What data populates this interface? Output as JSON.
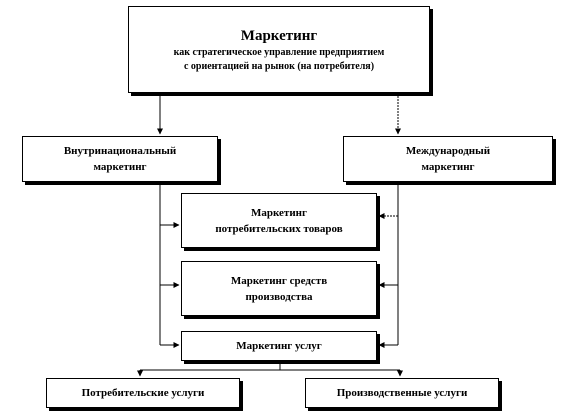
{
  "diagram": {
    "top": {
      "title": "Маркетинг",
      "line1": "как стратегическое управление предприятием",
      "line2": "с ориентацией на рынок (на потребителя)"
    },
    "domestic": {
      "line1": "Внутринациональный",
      "line2": "маркетинг"
    },
    "international": {
      "line1": "Международный",
      "line2": "маркетинг"
    },
    "consumer_goods": {
      "line1": "Маркетинг",
      "line2": "потребительских товаров"
    },
    "production_means": {
      "line1": "Маркетинг средств",
      "line2": "производства"
    },
    "services": {
      "label": "Маркетинг услуг"
    },
    "consumer_services": {
      "label": "Потребительские услуги"
    },
    "production_services": {
      "label": "Производственные услуги"
    }
  },
  "colors": {
    "line": "#000000",
    "box_fill": "#ffffff",
    "shadow": "#000000"
  }
}
